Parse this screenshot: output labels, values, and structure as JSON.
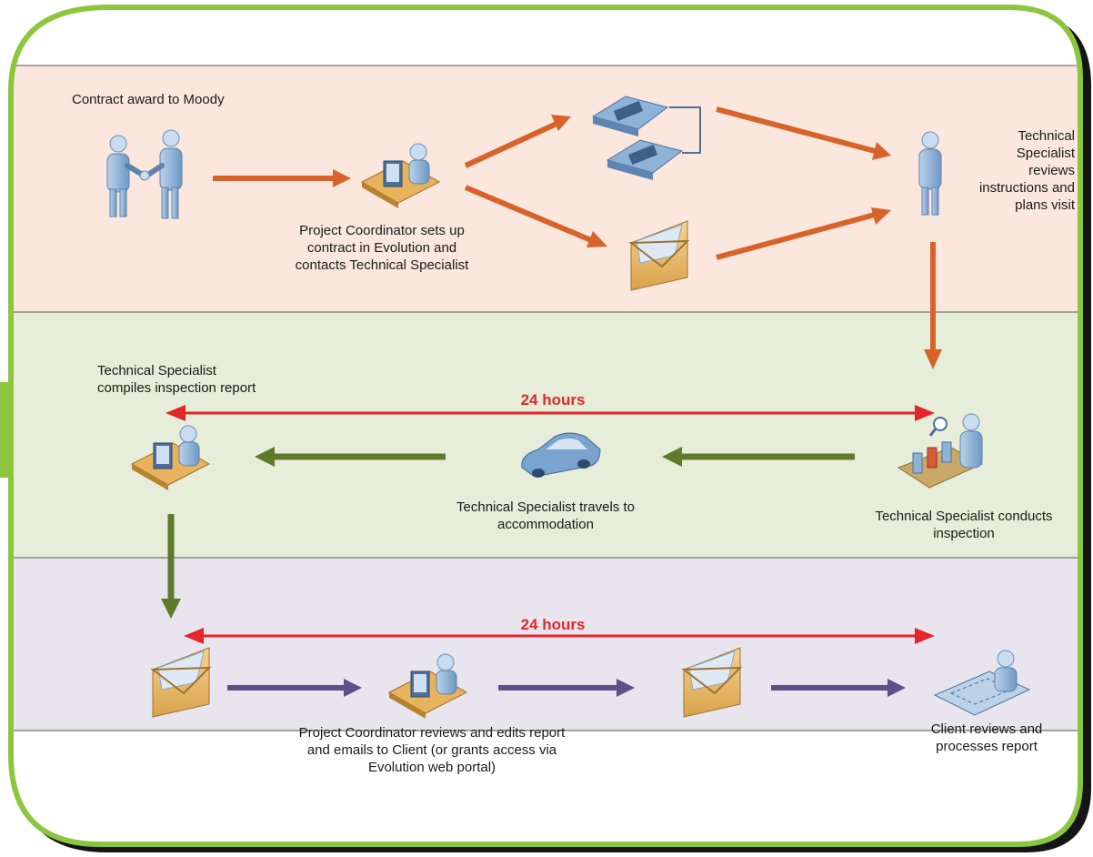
{
  "lanes": [
    {
      "nodes": [
        {
          "id": "contract-award",
          "label": "Contract award to Moody"
        },
        {
          "id": "coordinator-setup",
          "label": "Project Coordinator sets up contract in Evolution and contacts Technical Specialist"
        },
        {
          "id": "specialist-plans",
          "label": "Technical Specialist reviews instructions and plans visit"
        }
      ]
    },
    {
      "timing_label": "24 hours",
      "nodes": [
        {
          "id": "specialist-compiles",
          "label": "Technical Specialist compiles inspection report"
        },
        {
          "id": "specialist-travels",
          "label": "Technical Specialist travels to accommodation"
        },
        {
          "id": "specialist-inspects",
          "label": "Technical Specialist conducts inspection"
        }
      ]
    },
    {
      "timing_label": "24 hours",
      "nodes": [
        {
          "id": "coordinator-reviews",
          "label": "Project Coordinator reviews and edits report and emails to Client (or grants access via Evolution web portal)"
        },
        {
          "id": "client-reviews",
          "label": "Client reviews and processes report"
        }
      ]
    }
  ],
  "icons": [
    "handshake-icon",
    "workstation-icon",
    "telephone-icon",
    "envelope-icon",
    "person-icon",
    "car-icon",
    "inspection-icon",
    "client-desk-icon"
  ],
  "colors": {
    "lane1_bg": "#fbe7dd",
    "lane2_bg": "#e6edd8",
    "lane3_bg": "#e8e5ee",
    "frame": "#8cc63f",
    "arrow_orange": "#d8632a",
    "arrow_green": "#5f7a2c",
    "arrow_purple": "#5d4f87",
    "timing_red": "#e3262a",
    "person_blue": "#8fb3d6",
    "envelope": "#eec37a",
    "car": "#7aa3cf"
  }
}
